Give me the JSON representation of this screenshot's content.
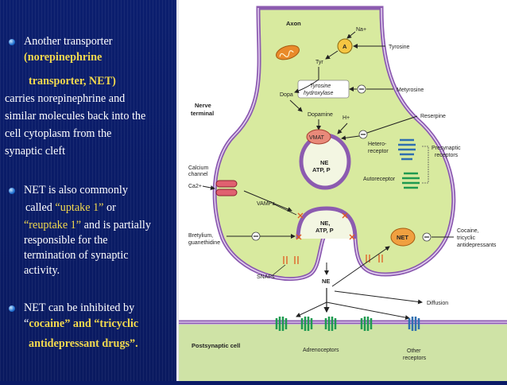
{
  "slide": {
    "bullets": [
      {
        "lines": [
          "Another transporter"
        ]
      },
      {
        "lines": [
          "NET is also commonly"
        ]
      },
      {
        "lines": [
          "NET can be inhibited by"
        ]
      }
    ],
    "b1_line2": "(norepinephrine",
    "b1_line3": "transporter, NET)",
    "b1_line4": "carries norepinephrine and",
    "b1_line5": "similar molecules back into the",
    "b1_line6": "cell cytoplasm from the",
    "b1_line7": "synaptic cleft",
    "b2_called": "called",
    "b2_uptake1": "“uptake 1”",
    "b2_or": "or",
    "b2_reuptake1": "“reuptake 1”",
    "b2_rest1": "and is partially",
    "b2_rest2": "responsible for the",
    "b2_rest3": "termination of synaptic",
    "b2_rest4": "activity.",
    "b3_quote": "“",
    "b3_cocaine": "cocaine”",
    "b3_and": "and “tricyclic",
    "b3_antidep": "antidepressant drugs”."
  },
  "diagram": {
    "axon": "Axon",
    "na": "Na+",
    "a": "A",
    "tyrosine": "Tyrosine",
    "tyr": "Tyr",
    "tyrosine_hydroxylase_1": "Tyrosine",
    "tyrosine_hydroxylase_2": "hydroxylase",
    "dopa": "Dopa",
    "metyrosine": "Metyrosine",
    "nerve_terminal_1": "Nerve",
    "nerve_terminal_2": "terminal",
    "dopamine": "Dopamine",
    "hplus": "H+",
    "reserpine": "Reserpine",
    "vmat": "VMAT",
    "ne_atp_p_1": "NE",
    "ne_atp_p_2": "ATP, P",
    "hetero_1": "Hetero-",
    "hetero_2": "receptor",
    "presyn_1": "Presynaptic",
    "presyn_2": "receptors",
    "autoreceptor": "Autoreceptor",
    "calcium_1": "Calcium",
    "calcium_2": "channel",
    "ca": "Ca2+",
    "vamps": "VAMPs",
    "ne_atp_p2_1": "NE,",
    "ne_atp_p2_2": "ATP, P",
    "net": "NET",
    "cocaine_1": "Cocaine,",
    "cocaine_2": "tricyclic",
    "cocaine_3": "antidepressants",
    "bretylium_1": "Bretylium,",
    "bretylium_2": "guanethidine",
    "snaps": "SNAPs",
    "ne": "NE",
    "diffusion": "Diffusion",
    "postsynaptic": "Postsynaptic cell",
    "adrenoceptors": "Adrenoceptors",
    "other_1": "Other",
    "other_2": "receptors"
  }
}
